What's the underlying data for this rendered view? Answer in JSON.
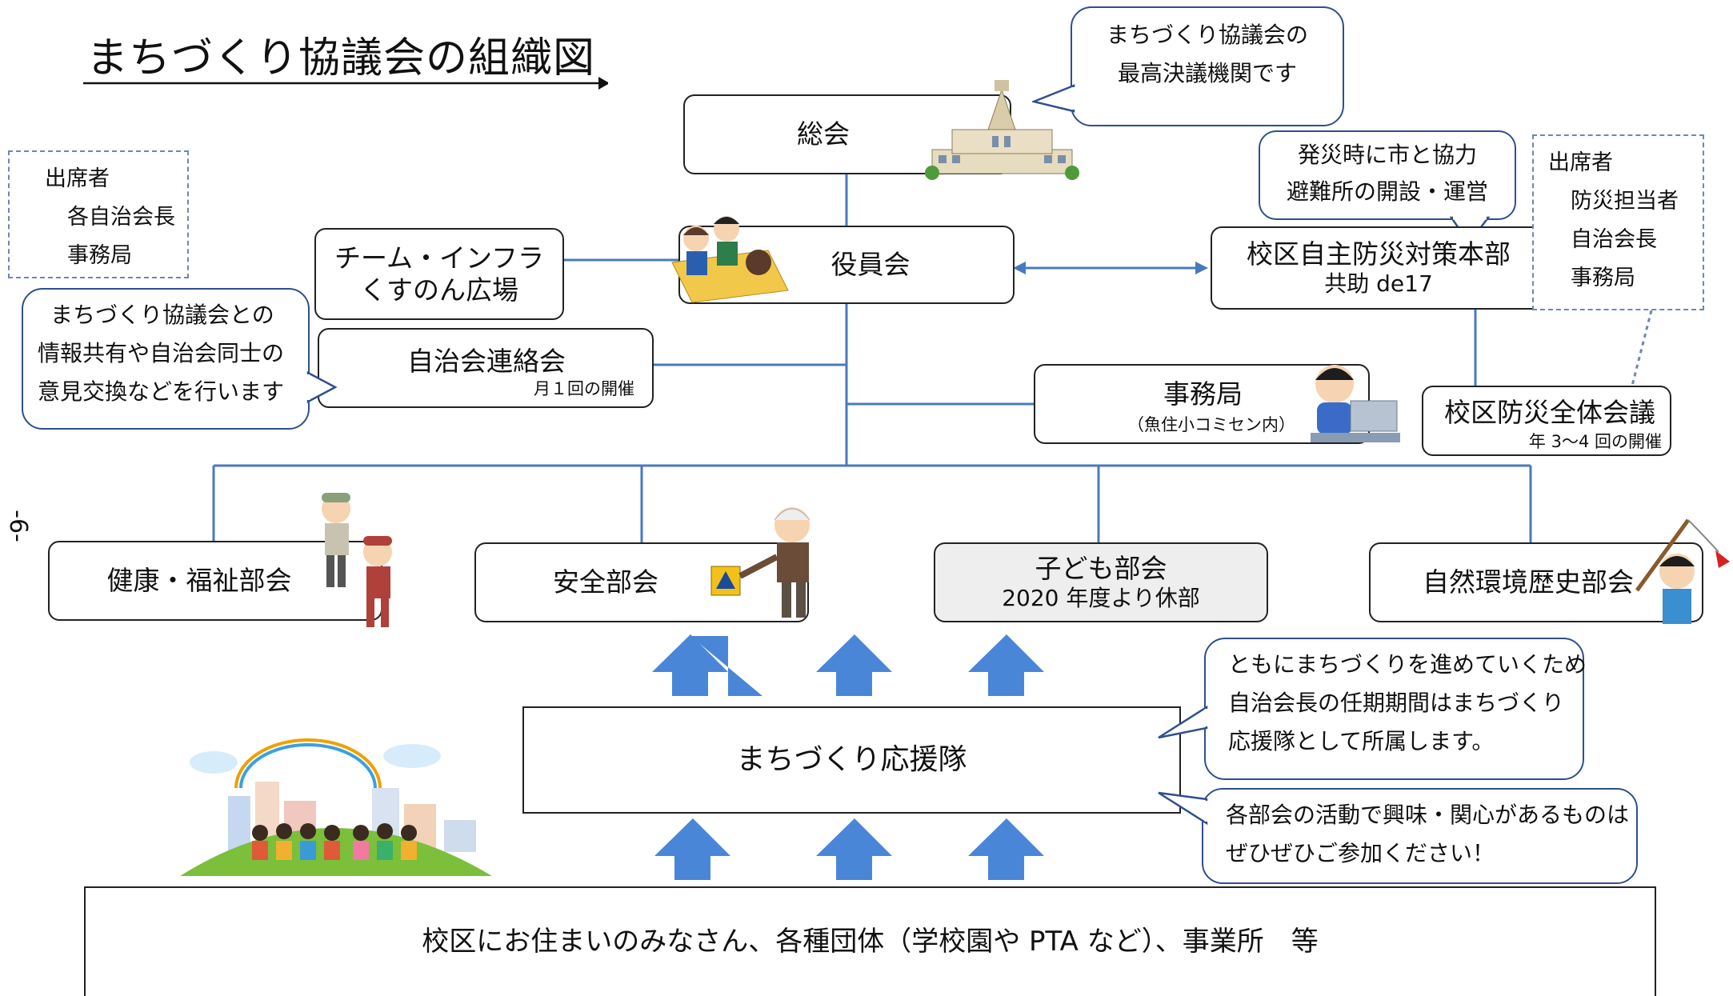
{
  "title": "まちづくり協議会の組織図",
  "page_number": "-6-",
  "nodes": {
    "general_meeting": "総会",
    "board": "役員会",
    "team_infra_line1": "チーム・インフラ",
    "team_infra_line2": "くすのん広場",
    "council_liaison": "自治会連絡会",
    "council_liaison_note": "月１回の開催",
    "disaster_hq": "校区自主防災対策本部",
    "disaster_hq_sub": "共助 de17",
    "secretariat": "事務局",
    "secretariat_sub": "（魚住小コミセン内）",
    "disaster_all_meeting": "校区防災全体会議",
    "disaster_all_meeting_note": "年 3～4 回の開催",
    "health_welfare": "健康・福祉部会",
    "safety": "安全部会",
    "children": "子ども部会",
    "children_sub": "2020 年度より休部",
    "nature_history": "自然環境歴史部会",
    "supporters": "まちづくり応援隊",
    "residents": "校区にお住まいのみなさん、各種団体（学校園や PTA など）、事業所　等"
  },
  "notes": {
    "left_attendees": [
      "出席者",
      "各自治会長",
      "事務局"
    ],
    "right_attendees": [
      "出席者",
      "防災担当者",
      "自治会長",
      "事務局"
    ]
  },
  "bubbles": {
    "top": [
      "まちづくり協議会の",
      "最高決議機関です"
    ],
    "disaster": [
      "発災時に市と協力",
      "避難所の開設・運営"
    ],
    "liaison": [
      "まちづくり協議会との",
      "情報共有や自治会同士の",
      "意見交換などを行います"
    ],
    "supporters_term": [
      "ともにまちづくりを進めていくため",
      "自治会長の任期期間はまちづくり",
      "応援隊として所属します。"
    ],
    "participate": [
      "各部会の活動で興味・関心があるものは",
      "ぜひぜひご参加ください！"
    ]
  },
  "colors": {
    "connector": "#4a78c0",
    "arrow": "#4a86d8",
    "bubble_border": "#2f4f8f",
    "note_border": "#6f86b4",
    "suspended_fill": "#eeeeee"
  }
}
